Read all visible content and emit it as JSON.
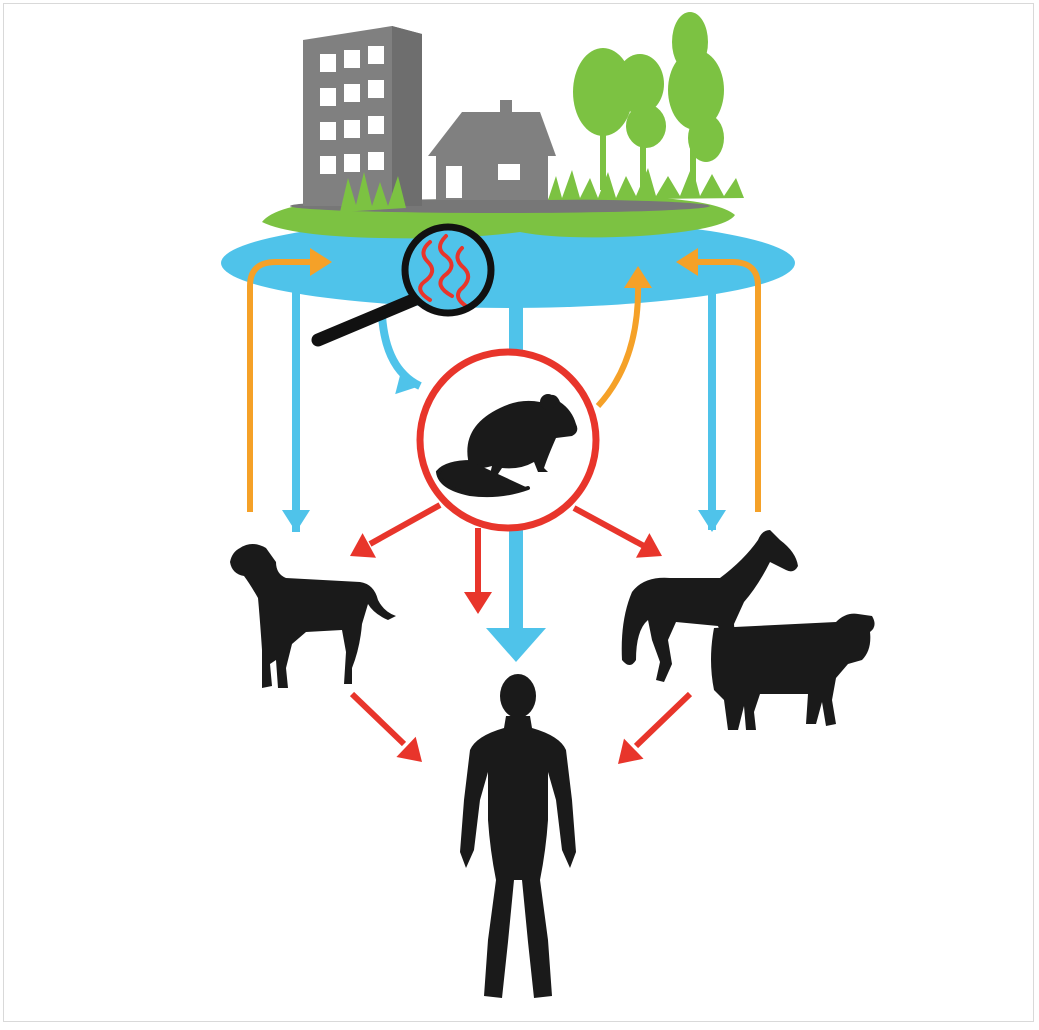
{
  "diagram": {
    "type": "transmission-cycle",
    "colors": {
      "water_blue": "#4fc3ea",
      "ground_green": "#7cc242",
      "building_gray": "#808080",
      "transmission_red": "#e8352b",
      "return_orange": "#f5a128",
      "silhouette_black": "#1a1a1a",
      "bacteria_red": "#e8352b"
    },
    "nodes": [
      {
        "id": "environment",
        "icon": "city-house-trees-landscape-icon"
      },
      {
        "id": "water",
        "icon": "water-pool-icon"
      },
      {
        "id": "pathogen",
        "icon": "magnifying-glass-bacteria-icon"
      },
      {
        "id": "reservoir",
        "icon": "rat-icon"
      },
      {
        "id": "dog",
        "icon": "dog-icon"
      },
      {
        "id": "livestock",
        "icon": "horse-cow-icon"
      },
      {
        "id": "human",
        "icon": "human-icon"
      }
    ],
    "edges": [
      {
        "from": "water",
        "to": "reservoir",
        "color": "water_blue"
      },
      {
        "from": "water",
        "to": "dog",
        "color": "water_blue"
      },
      {
        "from": "water",
        "to": "human",
        "color": "water_blue"
      },
      {
        "from": "water",
        "to": "livestock",
        "color": "water_blue"
      },
      {
        "from": "reservoir",
        "to": "dog",
        "color": "transmission_red"
      },
      {
        "from": "reservoir",
        "to": "human",
        "color": "transmission_red"
      },
      {
        "from": "reservoir",
        "to": "livestock",
        "color": "transmission_red"
      },
      {
        "from": "dog",
        "to": "human",
        "color": "transmission_red"
      },
      {
        "from": "livestock",
        "to": "human",
        "color": "transmission_red"
      },
      {
        "from": "reservoir",
        "to": "water",
        "color": "return_orange"
      },
      {
        "from": "dog",
        "to": "water",
        "color": "return_orange"
      },
      {
        "from": "livestock",
        "to": "water",
        "color": "return_orange"
      }
    ]
  }
}
